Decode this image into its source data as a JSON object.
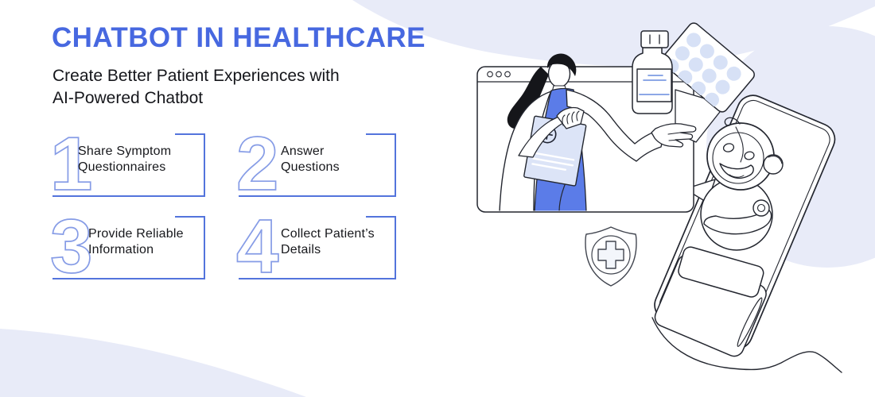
{
  "header": {
    "title": "CHATBOT IN HEALTHCARE",
    "subtitle_line1": "Create Better Patient Experiences with",
    "subtitle_line2": "AI-Powered Chatbot"
  },
  "steps": [
    {
      "number": "1",
      "label_line1": "Share Symptom",
      "label_line2": "Questionnaires"
    },
    {
      "number": "2",
      "label_line1": "Answer",
      "label_line2": "Questions"
    },
    {
      "number": "3",
      "label_line1": "Provide Reliable",
      "label_line2": "Information"
    },
    {
      "number": "4",
      "label_line1": "Collect Patient’s",
      "label_line2": "Details"
    }
  ],
  "illustration": {
    "icons": [
      "browser-window",
      "window-traffic-dots",
      "doctor-with-prescription",
      "prescription-paper",
      "medical-cross-circle-icon",
      "medicine-bottle",
      "pill-blister-pack",
      "chatbot-robot",
      "smartphone",
      "medical-shield-cross",
      "decorative-wave-line",
      "background-blobs"
    ]
  },
  "colors": {
    "accent_blue": "#4768E0",
    "frame_blue": "#5374DC",
    "number_outline": "#869CE6",
    "lavender_blob": "#E8EBF8",
    "vest_blue": "#5B7CE8",
    "paper_blue": "#DCE4F7",
    "pill_blue": "#D7E1F6",
    "label_line_blue": "#7D9CE2",
    "ink": "#23262F",
    "text_dark": "#17181C"
  }
}
